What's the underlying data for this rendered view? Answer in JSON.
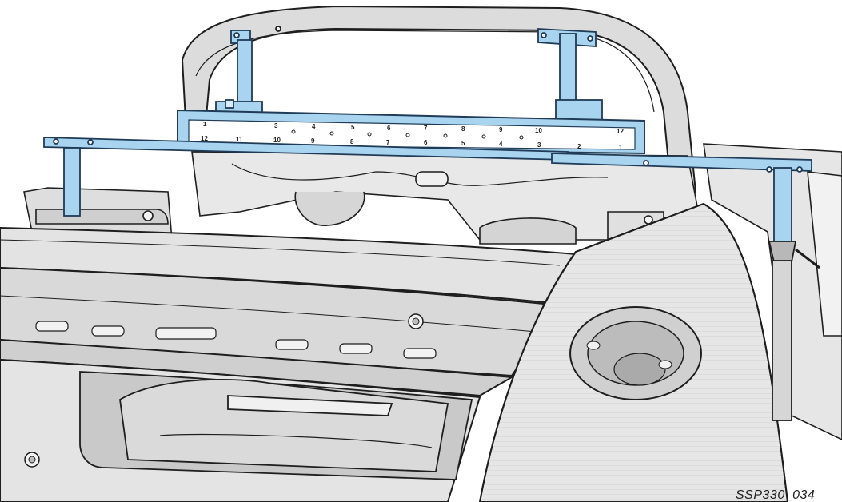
{
  "figure": {
    "reference_code": "SSP330_034",
    "colors": {
      "gauge_fill": "#a9d4ef",
      "gauge_stroke": "#1f3b57",
      "body_fill": "#e3e3e3",
      "body_dark": "#c9c9c9",
      "line": "#1e1e1e"
    }
  },
  "gauge": {
    "upper_scale": [
      "1",
      "3",
      "4",
      "5",
      "6",
      "7",
      "8",
      "9",
      "10",
      "12"
    ],
    "lower_scale": [
      "12",
      "11",
      "10",
      "9",
      "8",
      "7",
      "6",
      "5",
      "4",
      "3",
      "2",
      "1"
    ]
  }
}
